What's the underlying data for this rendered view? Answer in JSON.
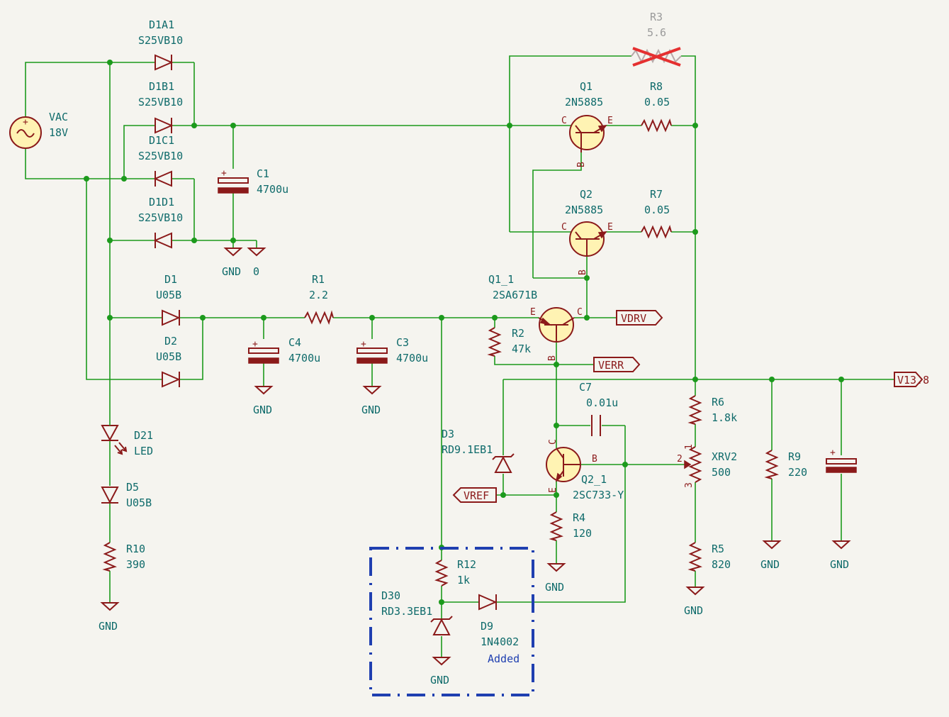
{
  "components": {
    "d1a1": {
      "ref": "D1A1",
      "value": "S25VB10"
    },
    "d1b1": {
      "ref": "D1B1",
      "value": "S25VB10"
    },
    "d1c1": {
      "ref": "D1C1",
      "value": "S25VB10"
    },
    "d1d1": {
      "ref": "D1D1",
      "value": "S25VB10"
    },
    "vac": {
      "ref": "VAC",
      "value": "18V"
    },
    "c1": {
      "ref": "C1",
      "value": "4700u"
    },
    "r3": {
      "ref": "R3",
      "value": "5.6"
    },
    "q1": {
      "ref": "Q1",
      "value": "2N5885"
    },
    "r8": {
      "ref": "R8",
      "value": "0.05"
    },
    "q2": {
      "ref": "Q2",
      "value": "2N5885"
    },
    "r7": {
      "ref": "R7",
      "value": "0.05"
    },
    "d1": {
      "ref": "D1",
      "value": "U05B"
    },
    "d2": {
      "ref": "D2",
      "value": "U05B"
    },
    "r1": {
      "ref": "R1",
      "value": "2.2"
    },
    "c4": {
      "ref": "C4",
      "value": "4700u"
    },
    "c3": {
      "ref": "C3",
      "value": "4700u"
    },
    "q1_1": {
      "ref": "Q1_1",
      "value": "2SA671B"
    },
    "r2": {
      "ref": "R2",
      "value": "47k"
    },
    "c7": {
      "ref": "C7",
      "value": "0.01u"
    },
    "d3": {
      "ref": "D3",
      "value": "RD9.1EB1"
    },
    "q2_1": {
      "ref": "Q2_1",
      "value": "2SC733-Y"
    },
    "r4": {
      "ref": "R4",
      "value": "120"
    },
    "r6": {
      "ref": "R6",
      "value": "1.8k"
    },
    "xrv2": {
      "ref": "XRV2",
      "value": "500"
    },
    "r5": {
      "ref": "R5",
      "value": "820"
    },
    "r9": {
      "ref": "R9",
      "value": "220"
    },
    "d21": {
      "ref": "D21",
      "value": "LED"
    },
    "d5": {
      "ref": "D5",
      "value": "U05B"
    },
    "r10": {
      "ref": "R10",
      "value": "390"
    },
    "r12": {
      "ref": "R12",
      "value": "1k"
    },
    "d30": {
      "ref": "D30",
      "value": "RD3.3EB1"
    },
    "d9": {
      "ref": "D9",
      "value": "1N4002"
    }
  },
  "pins": {
    "c": "C",
    "e": "E",
    "b": "B",
    "p1": "1",
    "p2": "2",
    "p3": "3"
  },
  "power": {
    "gnd": "GND",
    "zero": "0"
  },
  "nets": {
    "vdrv": "VDRV",
    "verr": "VERR",
    "vref": "VREF",
    "v138": "V13.8"
  },
  "annotation": {
    "added": "Added"
  },
  "colors": {
    "wire": "#1c9a1c",
    "symbol": "#8b1a1a",
    "text": "#0f6b6b",
    "group_box": "#1f3fb0",
    "dnp_mark": "#e53030",
    "background": "#f5f4ef"
  }
}
